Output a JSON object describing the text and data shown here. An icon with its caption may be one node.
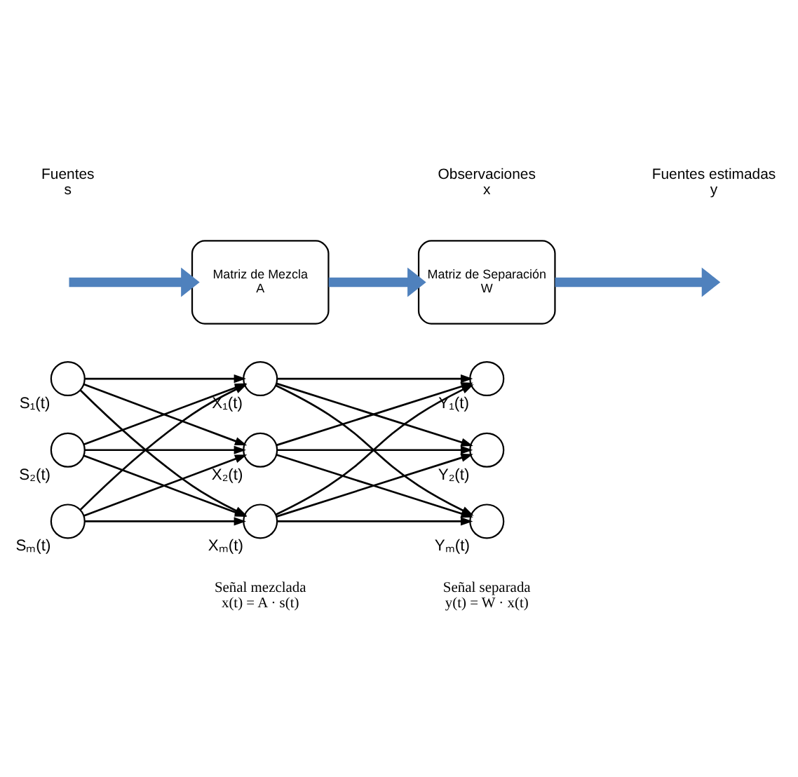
{
  "diagram": {
    "nodes": [
      {
        "text": [],
        "shape": "circle",
        "beside": [
          "S₁(t)"
        ]
      },
      {
        "text": [],
        "shape": "circle",
        "beside": [
          "S₂(t)"
        ]
      },
      {
        "text": [],
        "shape": "circle",
        "beside": [
          "Sₘ(t)"
        ]
      },
      {
        "text": [],
        "shape": "circle",
        "beside": [
          "X₁(t)"
        ]
      },
      {
        "text": [],
        "shape": "circle",
        "beside": [
          "X₂(t)"
        ]
      },
      {
        "text": [],
        "shape": "circle",
        "beside": [
          "Xₘ(t)"
        ]
      },
      {
        "text": [],
        "shape": "circle",
        "beside": [
          "Y₁(t)"
        ]
      },
      {
        "text": [],
        "shape": "circle",
        "beside": [
          "Y₂(t)"
        ]
      },
      {
        "text": [],
        "shape": "circle",
        "beside": [
          "Yₘ(t)"
        ]
      },
      {
        "text": [
          "Matriz de Mezcla",
          "A"
        ]
      },
      {
        "text": [
          "Matriz de Separación",
          "W"
        ]
      }
    ],
    "edges": [
      {
        "from": 0,
        "to": 3,
        "arrow": "to"
      },
      {
        "from": 0,
        "to": 4,
        "arrow": "to"
      },
      {
        "from": 0,
        "to": 5,
        "arrow": "to"
      },
      {
        "from": 1,
        "to": 3,
        "arrow": "to"
      },
      {
        "from": 1,
        "to": 4,
        "arrow": "to"
      },
      {
        "from": 1,
        "to": 5,
        "arrow": "to"
      },
      {
        "from": 2,
        "to": 3,
        "arrow": "to"
      },
      {
        "from": 2,
        "to": 4,
        "arrow": "to"
      },
      {
        "from": 2,
        "to": 5,
        "arrow": "to"
      },
      {
        "from": 3,
        "to": 6,
        "arrow": "to"
      },
      {
        "from": 3,
        "to": 7,
        "arrow": "to"
      },
      {
        "from": 3,
        "to": 8,
        "arrow": "to"
      },
      {
        "from": 4,
        "to": 6,
        "arrow": "to"
      },
      {
        "from": 4,
        "to": 7,
        "arrow": "to"
      },
      {
        "from": 4,
        "to": 8,
        "arrow": "to"
      },
      {
        "from": 5,
        "to": 6,
        "arrow": "to"
      },
      {
        "from": 5,
        "to": 7,
        "arrow": "to"
      },
      {
        "from": 5,
        "to": 8,
        "arrow": "to"
      },
      {
        "from": null,
        "to": 9,
        "arrow": "to",
        "style": "thick",
        "color": "#4f81bd"
      },
      {
        "from": 9,
        "to": 10,
        "arrow": "to",
        "style": "thick",
        "color": "#4f81bd"
      },
      {
        "from": 10,
        "to": null,
        "arrow": "to",
        "style": "thick",
        "color": "#4f81bd"
      }
    ],
    "labels": [
      "Señal mezclada",
      "x(t) = A · s(t)",
      "Señal separada",
      "y(t) = W · x(t)",
      "Fuentes",
      "s",
      "Observaciones",
      "x",
      "Fuentes estimadas",
      "y"
    ]
  }
}
